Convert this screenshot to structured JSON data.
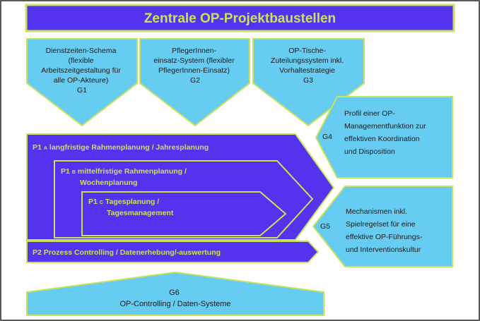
{
  "title": "Zentrale OP-Projektbaustellen",
  "colors": {
    "purple": "#5533EE",
    "light_blue": "#66CCF2",
    "outline": "#C8E25C",
    "dark_text": "#1a1a1a",
    "white_text": "#ffffff",
    "frame": "#222222"
  },
  "g_blocks": [
    {
      "id": "G1",
      "lines": [
        "Dienstzeiten-Schema",
        "(flexible",
        "Arbeitszeitgestaltung für",
        "alle OP-Akteure)"
      ],
      "label": "G1"
    },
    {
      "id": "G2",
      "lines": [
        "PflegerInnen-",
        "einsatz-System (flexibler",
        "PflegerInnen-Einsatz)"
      ],
      "label": "G2"
    },
    {
      "id": "G3",
      "lines": [
        "OP-Tische-",
        "Zuteilungssystem inkl.",
        "Vorhaltestrategie"
      ],
      "label": "G3"
    }
  ],
  "g4": {
    "label": "G4",
    "lines": [
      "Profil einer OP-",
      "Managementfunktion zur",
      "effektiven Koordination",
      "und Disposition"
    ]
  },
  "g5": {
    "label": "G5",
    "lines": [
      "Mechanismen inkl.",
      "Spielregelset für eine",
      "effektive OP-Führungs-",
      "und Interventionskultur"
    ]
  },
  "p1": {
    "a": {
      "prefix": "P1",
      "sub": "A",
      "line1": "langfristige Rahmenplanung / Jahresplanung"
    },
    "b": {
      "prefix": "P1",
      "sub": "B",
      "line1": "mittelfristige Rahmenplanung /",
      "line2": "Wochenplanung"
    },
    "c": {
      "prefix": "P1",
      "sub": "C",
      "line1": "Tagesplanung /",
      "line2": "Tagesmanagement"
    }
  },
  "p2": {
    "text": "P2  Prozess Controlling / Datenerhebung/-auswertung"
  },
  "g6": {
    "label": "G6",
    "text": "OP-Controlling / Daten-Systeme"
  }
}
